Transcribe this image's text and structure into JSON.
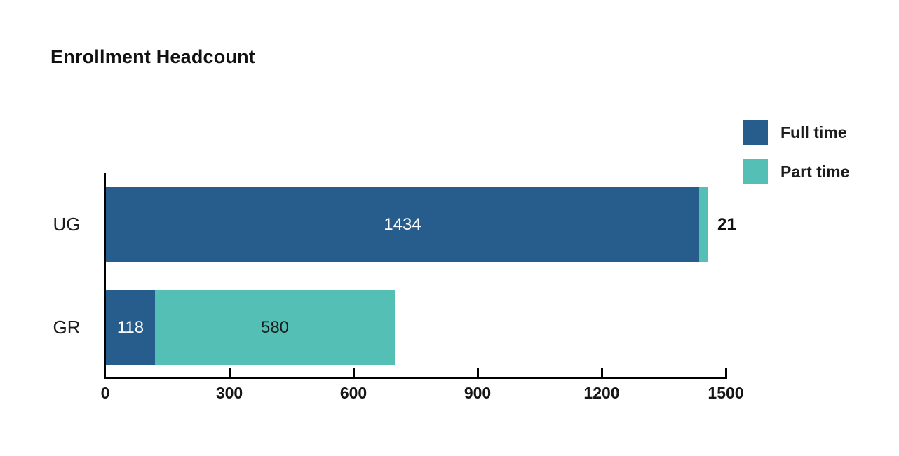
{
  "title": "Enrollment Headcount",
  "colors": {
    "full_time": "#275d8c",
    "part_time": "#54c0b5",
    "axis": "#000000",
    "text": "#1c1c1c",
    "background": "#ffffff"
  },
  "legend": {
    "items": [
      {
        "label": "Full time",
        "color": "#275d8c"
      },
      {
        "label": "Part time",
        "color": "#54c0b5"
      }
    ]
  },
  "chart_data": {
    "type": "bar",
    "orientation": "horizontal",
    "stacked": true,
    "title": "Enrollment Headcount",
    "categories": [
      "UG",
      "GR"
    ],
    "series": [
      {
        "name": "Full time",
        "values": [
          1434,
          118
        ],
        "color": "#275d8c",
        "inside_label_color": "#ffffff"
      },
      {
        "name": "Part time",
        "values": [
          21,
          580
        ],
        "color": "#54c0b5",
        "inside_label_color": "#1c1c1c"
      }
    ],
    "bar_value_labels": {
      "UG": {
        "full_time": "1434",
        "part_time": "21"
      },
      "GR": {
        "full_time": "118",
        "part_time": "580"
      }
    },
    "x_ticks": [
      0,
      300,
      600,
      900,
      1200,
      1500
    ],
    "xlim": [
      0,
      1500
    ],
    "xlabel": "",
    "ylabel": "",
    "grid": false,
    "legend_position": "top-right"
  }
}
